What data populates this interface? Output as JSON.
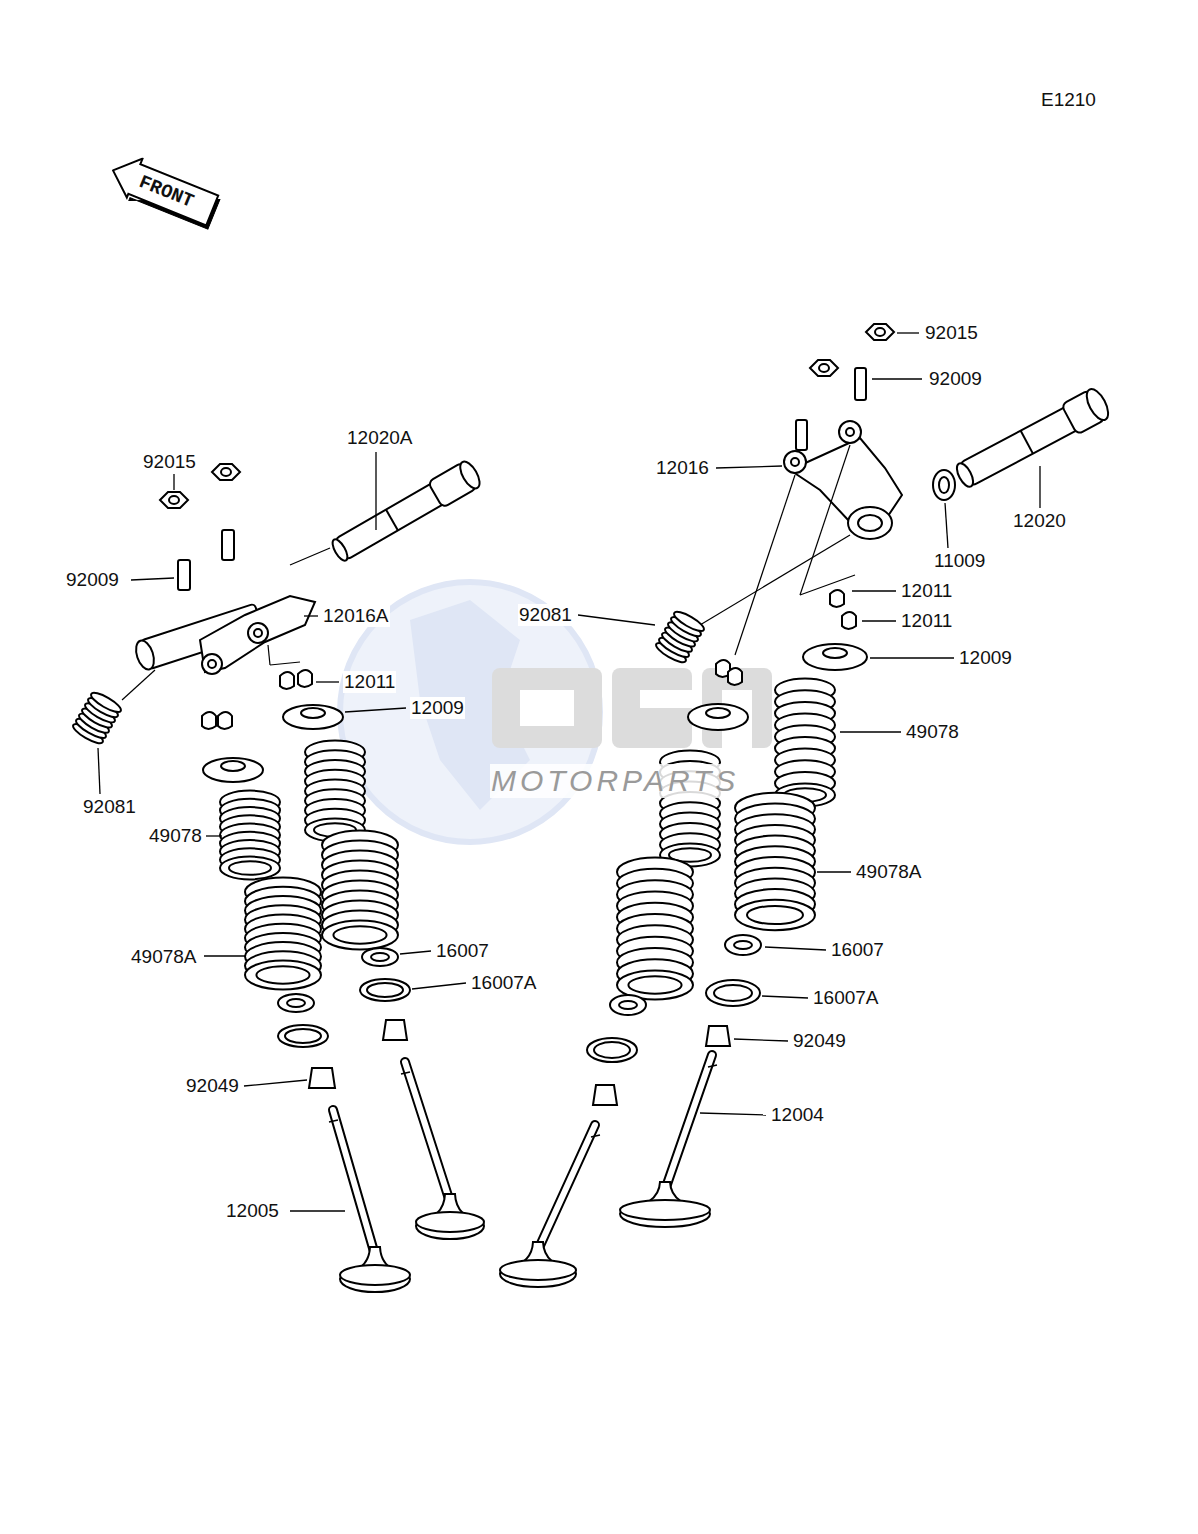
{
  "diagram": {
    "nodes": [
      {
        "text": [
          "FRONT"
        ]
      }
    ],
    "labels": [
      "E1210",
      "92015",
      "92009",
      "12016",
      "12020A",
      "92015",
      "12020",
      "92009",
      "11009",
      "12016A",
      "12011",
      "92081",
      "12011",
      "12009",
      "12011",
      "12009",
      "49078",
      "92081",
      "49078",
      "49078A",
      "16007",
      "16007",
      "49078A",
      "16007A",
      "16007A",
      "92049",
      "92049",
      "12004",
      "12005",
      "MOTORPARTS"
    ]
  }
}
